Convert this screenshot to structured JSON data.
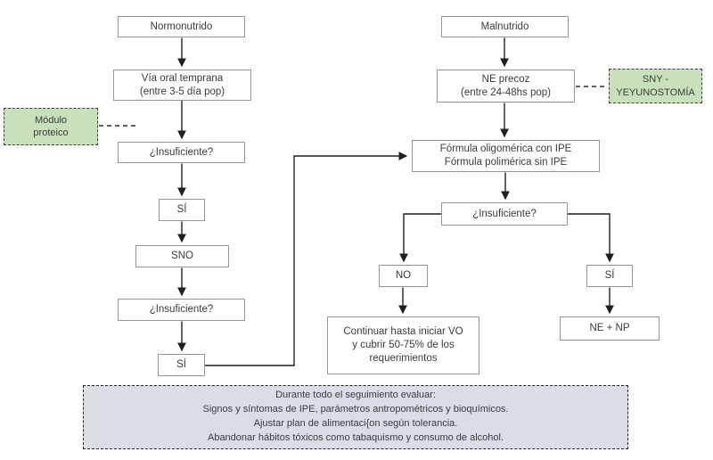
{
  "colors": {
    "note-green-fill": "#c9e1ba",
    "note-green-border": "#3f3f3f",
    "summary-blue-fill": "#d9dee6",
    "summary-border": "#262626",
    "box-border": "#969696",
    "text": "#3b3b3b",
    "arrow": "#1f1f1f",
    "background": "#ffffff"
  },
  "nodes": {
    "normonutrido": "Normonutrido",
    "via_oral": "Vía oral temprana\n(entre 3-5 día pop)",
    "modulo_proteico": "Módulo\nproteico",
    "insuficiente_1": "¿Insuficiente?",
    "si_1": "SÍ",
    "sno": "SNO",
    "insuficiente_2": "¿Insuficiente?",
    "si_2": "SÍ",
    "malnutrido": "Malnutrido",
    "ne_precoz": "NE precoz\n(entre 24-48hs pop)",
    "sny_yeyunostomia": "SNY -\nYEYUNOSTOMÍA",
    "formula": "Fórmula oligomérica con IPE\nFórmula polimérica sin IPE",
    "insuficiente_3": "¿Insuficiente?",
    "no_3": "NO",
    "si_3": "SÍ",
    "continuar": "Continuar hasta iniciar VO\ny cubrir 50-75% de los\nrequerimientos",
    "ne_np": "NE + NP",
    "seguimiento": "Durante todo el seguimiento evaluar:\nSignos y síntomas de IPE, parámetros antropométricos y bioquímicos.\nAjustar plan de alimentaci{on según tolerancia.\nAbandonar hábitos tóxicos como tabaquismo y consumo de alcohol."
  }
}
